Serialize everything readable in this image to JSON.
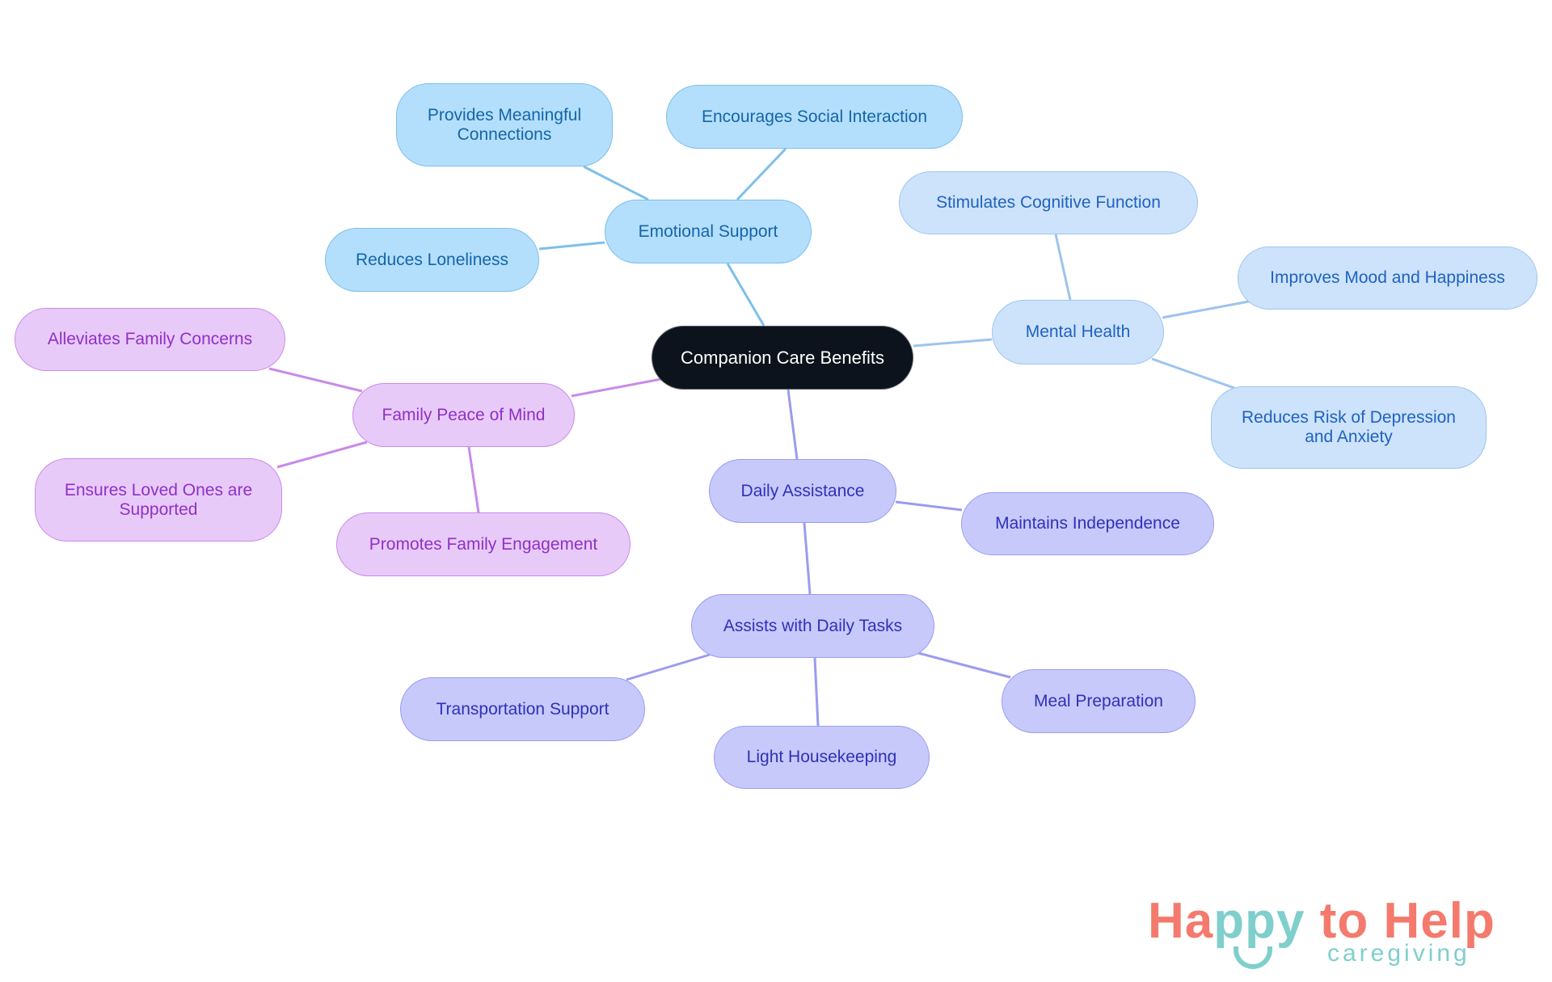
{
  "diagram": {
    "type": "mindmap",
    "root": {
      "id": "root",
      "label": "Companion Care Benefits"
    },
    "colors": {
      "root_fill": "#0d131c",
      "emotional_support": "#b3dffc",
      "mental_health": "#cde3fb",
      "family_peace": "#e8caf8",
      "daily_assistance": "#c7c9fb",
      "edge_emotional": "#7dbfea",
      "edge_mental": "#9cc4ee",
      "edge_family": "#c98ae8",
      "edge_daily": "#9a9cef"
    },
    "nodes": {
      "emotional_support": {
        "label": "Emotional Support"
      },
      "provides_connections": {
        "label_line1": "Provides Meaningful",
        "label_line2": "Connections"
      },
      "encourages_social": {
        "label": "Encourages Social Interaction"
      },
      "reduces_loneliness": {
        "label": "Reduces Loneliness"
      },
      "mental_health": {
        "label": "Mental Health"
      },
      "stimulates_cognitive": {
        "label": "Stimulates Cognitive Function"
      },
      "improves_mood": {
        "label": "Improves Mood and Happiness"
      },
      "reduces_risk": {
        "label_line1": "Reduces Risk of Depression",
        "label_line2": "and Anxiety"
      },
      "family_peace": {
        "label": "Family Peace of Mind"
      },
      "alleviates_concerns": {
        "label": "Alleviates Family Concerns"
      },
      "ensures_supported": {
        "label_line1": "Ensures Loved Ones are",
        "label_line2": "Supported"
      },
      "promotes_engagement": {
        "label": "Promotes Family Engagement"
      },
      "daily_assistance": {
        "label": "Daily Assistance"
      },
      "maintains_independence": {
        "label": "Maintains Independence"
      },
      "assists_daily_tasks": {
        "label": "Assists with Daily Tasks"
      },
      "transportation": {
        "label": "Transportation Support"
      },
      "light_housekeeping": {
        "label": "Light Housekeeping"
      },
      "meal_preparation": {
        "label": "Meal Preparation"
      }
    },
    "edges": [
      [
        "root",
        "emotional_support"
      ],
      [
        "emotional_support",
        "provides_connections"
      ],
      [
        "emotional_support",
        "encourages_social"
      ],
      [
        "emotional_support",
        "reduces_loneliness"
      ],
      [
        "root",
        "mental_health"
      ],
      [
        "mental_health",
        "stimulates_cognitive"
      ],
      [
        "mental_health",
        "improves_mood"
      ],
      [
        "mental_health",
        "reduces_risk"
      ],
      [
        "root",
        "family_peace"
      ],
      [
        "family_peace",
        "alleviates_concerns"
      ],
      [
        "family_peace",
        "ensures_supported"
      ],
      [
        "family_peace",
        "promotes_engagement"
      ],
      [
        "root",
        "daily_assistance"
      ],
      [
        "daily_assistance",
        "maintains_independence"
      ],
      [
        "daily_assistance",
        "assists_daily_tasks"
      ],
      [
        "assists_daily_tasks",
        "transportation"
      ],
      [
        "assists_daily_tasks",
        "light_housekeeping"
      ],
      [
        "assists_daily_tasks",
        "meal_preparation"
      ]
    ]
  },
  "logo": {
    "word_happy_start": "Ha",
    "word_happy_teal": "ppy",
    "word_rest": " to Help",
    "subtitle": "caregiving",
    "primary_color": "#f47a6d",
    "accent_color": "#7fcfcc"
  }
}
